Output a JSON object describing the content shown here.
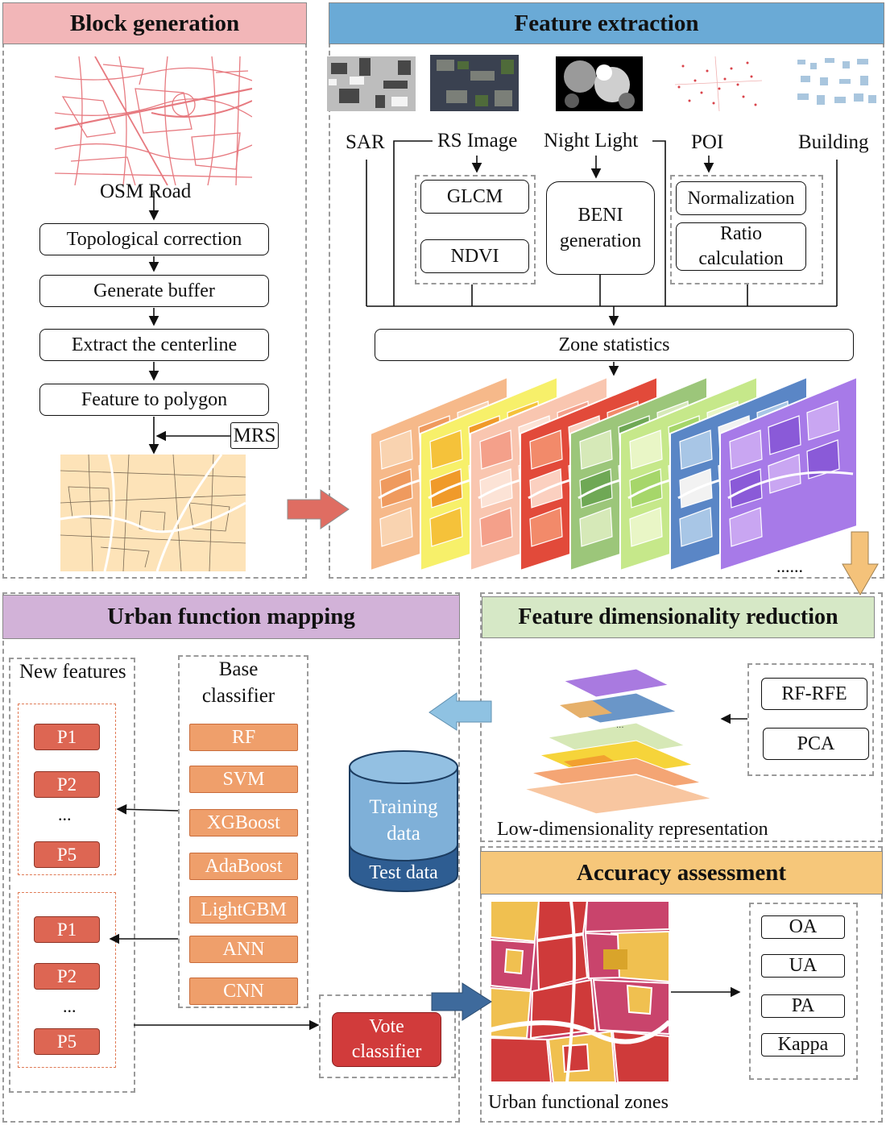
{
  "panels": {
    "block_generation": "Block generation",
    "feature_extraction": "Feature extraction",
    "urban_function_mapping": "Urban function mapping",
    "dim_reduction": "Feature  dimensionality reduction",
    "accuracy": "Accuracy assessment"
  },
  "block": {
    "osm_road": "OSM Road",
    "steps": [
      "Topological correction",
      "Generate buffer",
      "Extract the centerline",
      "Feature to polygon"
    ],
    "mrs": "MRS"
  },
  "sources": {
    "sar": "SAR",
    "rs": "RS Image",
    "night": "Night Light",
    "poi": "POI",
    "building": "Building"
  },
  "process": {
    "glcm": "GLCM",
    "ndvi": "NDVI",
    "beni_line1": "BENI",
    "beni_line2": "generation",
    "normalization": "Normalization",
    "ratio_line1": "Ratio",
    "ratio_line2": "calculation",
    "zone": "Zone statistics",
    "ellipsis": "......"
  },
  "mapping": {
    "new_features": "New features",
    "base_line1": "Base",
    "base_line2": "classifier",
    "classifiers": [
      "RF",
      "SVM",
      "XGBoost",
      "AdaBoost",
      "LightGBM",
      "ANN",
      "CNN"
    ],
    "group1": [
      "P1",
      "P2",
      "...",
      "P5"
    ],
    "group2": [
      "P1",
      "P2",
      "...",
      "P5"
    ],
    "training_line1": "Training",
    "training_line2": "data",
    "test": "Test data",
    "vote_line1": "Vote",
    "vote_line2": "classifier"
  },
  "reduction": {
    "methods": [
      "RF-RFE",
      "PCA"
    ],
    "caption": "Low-dimensionality representation"
  },
  "assessment": {
    "metrics": [
      "OA",
      "UA",
      "PA",
      "Kappa"
    ],
    "caption": "Urban functional zones"
  },
  "colors": {
    "block_header": "#f2b6b8",
    "feature_header": "#6aaad6",
    "mapping_header": "#d2b2d8",
    "reduction_header": "#d6e8c6",
    "accuracy_header": "#f6c77a",
    "classifier": "#ef9f6b",
    "p_box": "#dd6653",
    "vote": "#d13b3b",
    "db_top": "#7fb0d8",
    "db_bottom": "#2e5d92"
  }
}
